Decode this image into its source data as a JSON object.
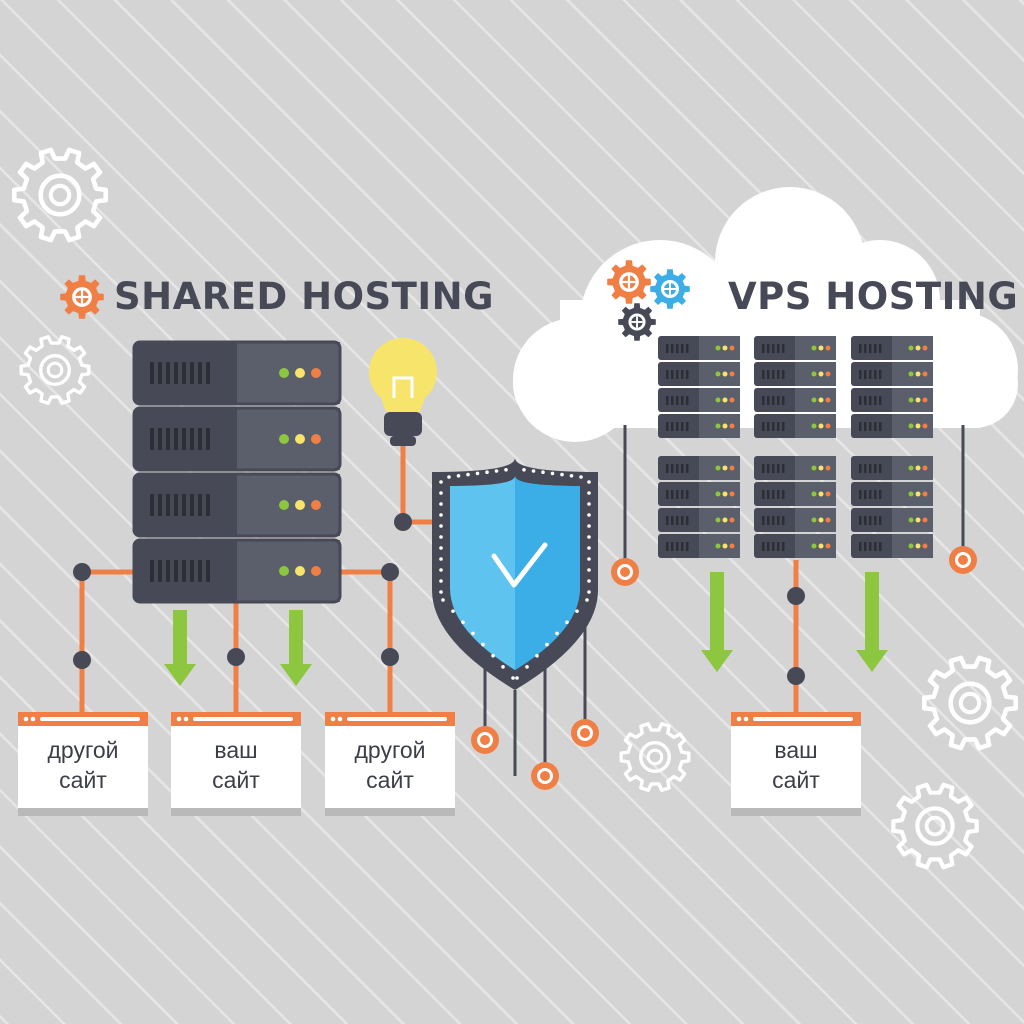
{
  "shared": {
    "title": "SHARED HOSTING",
    "sites": [
      {
        "line1": "другой",
        "line2": "сайт"
      },
      {
        "line1": "ваш",
        "line2": "сайт"
      },
      {
        "line1": "другой",
        "line2": "сайт"
      }
    ]
  },
  "vps": {
    "title": "VPS HOSTING",
    "sites": [
      {
        "line1": "ваш",
        "line2": "сайт"
      }
    ]
  },
  "colors": {
    "background": "#d4d4d4",
    "stripe": "#e6e6e6",
    "server_dark": "#474a56",
    "server_mid": "#5b5e6b",
    "orange": "#f07f46",
    "green": "#8dc63f",
    "shield_blue": "#3baee8",
    "shield_light": "#5fc3f0",
    "bulb_yellow": "#f7e46b",
    "cloud": "#ffffff",
    "gear_light": "#ffffff",
    "gear_blue": "#3baee8"
  }
}
